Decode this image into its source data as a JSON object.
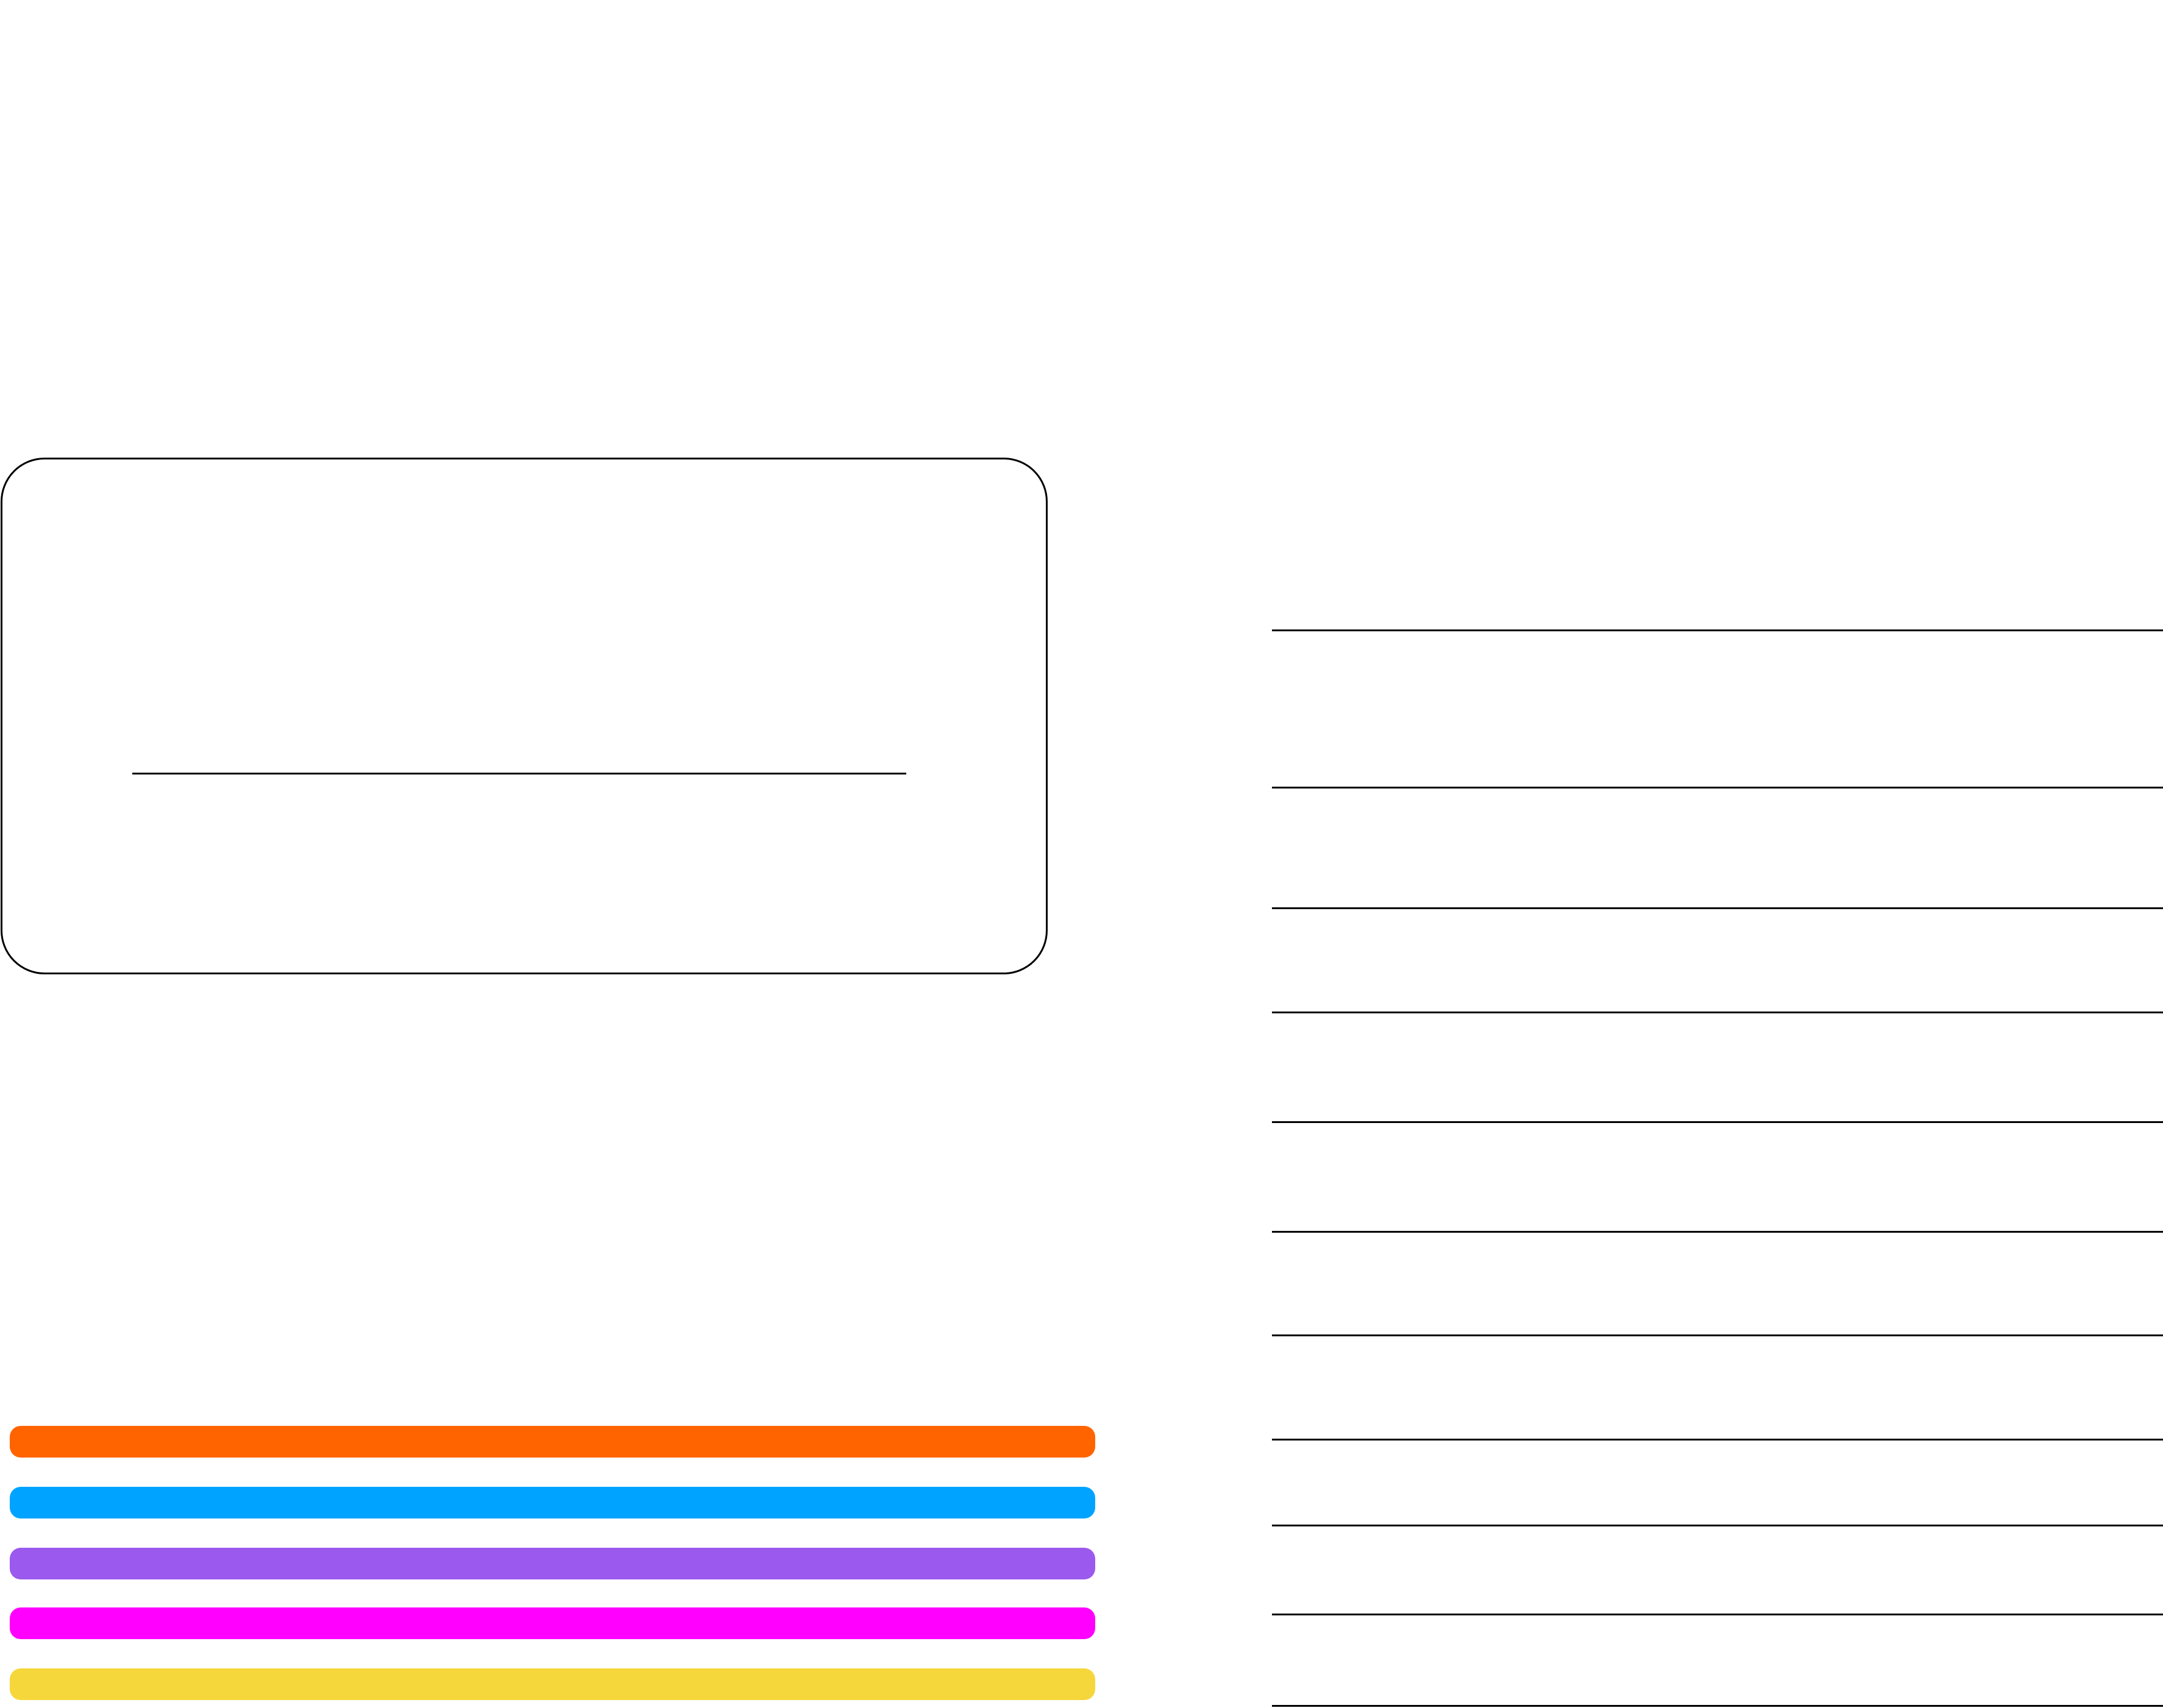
{
  "palette": {
    "swatches": [
      {
        "name": "orange",
        "color": "#FF6400"
      },
      {
        "name": "blue",
        "color": "#00A3FF"
      },
      {
        "name": "purple",
        "color": "#9B59EE"
      },
      {
        "name": "magenta",
        "color": "#FF00FF"
      },
      {
        "name": "yellow",
        "color": "#F6D73B"
      }
    ]
  },
  "lined_area": {
    "line_count": 11
  },
  "card": {}
}
